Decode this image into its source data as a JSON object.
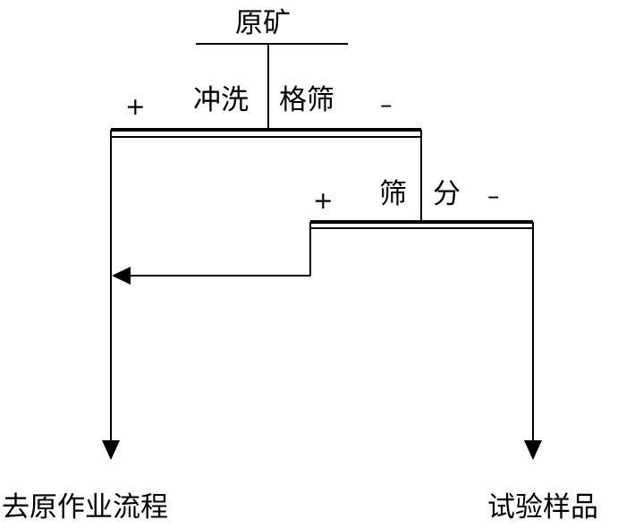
{
  "diagram": {
    "feed_label": "原矿",
    "screen1": {
      "left_label": "冲洗",
      "right_label": "格筛",
      "oversize_sign": "+",
      "undersize_sign": "–"
    },
    "screen2": {
      "left_label": "筛",
      "right_label": "分",
      "oversize_sign": "+",
      "undersize_sign": "–"
    },
    "outputs": {
      "left": "去原作业流程",
      "right": "试验样品"
    },
    "colors": {
      "line": "#000000",
      "background": "#ffffff"
    }
  }
}
